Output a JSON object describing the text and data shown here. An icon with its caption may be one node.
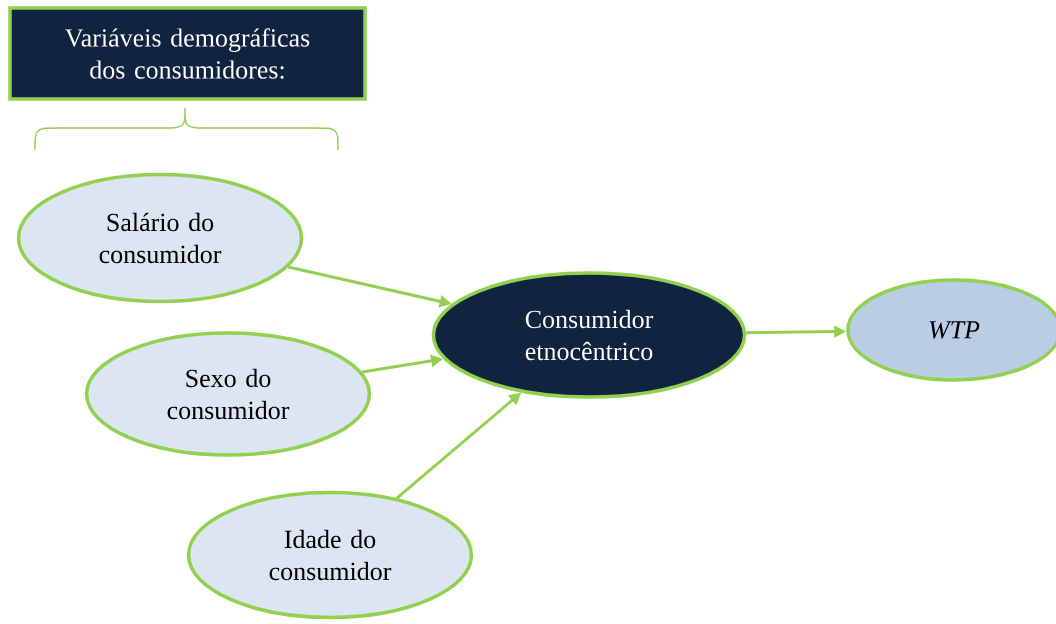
{
  "diagram": {
    "nodes": [
      {
        "text": [
          "Variáveis demográficas dos consumidores:"
        ]
      },
      {
        "text": [
          "Salário do consumidor"
        ]
      },
      {
        "text": [
          "Sexo do consumidor"
        ]
      },
      {
        "text": [
          "Idade do consumidor"
        ]
      },
      {
        "text": [
          "Consumidor etnocêntrico"
        ]
      },
      {
        "text": [
          "WTP"
        ]
      }
    ],
    "edges": [
      {
        "from": 1,
        "to": 4,
        "arrow": "to"
      },
      {
        "from": 2,
        "to": 4,
        "arrow": "to"
      },
      {
        "from": 3,
        "to": 4,
        "arrow": "to"
      },
      {
        "from": 4,
        "to": 5,
        "arrow": "to"
      }
    ]
  }
}
